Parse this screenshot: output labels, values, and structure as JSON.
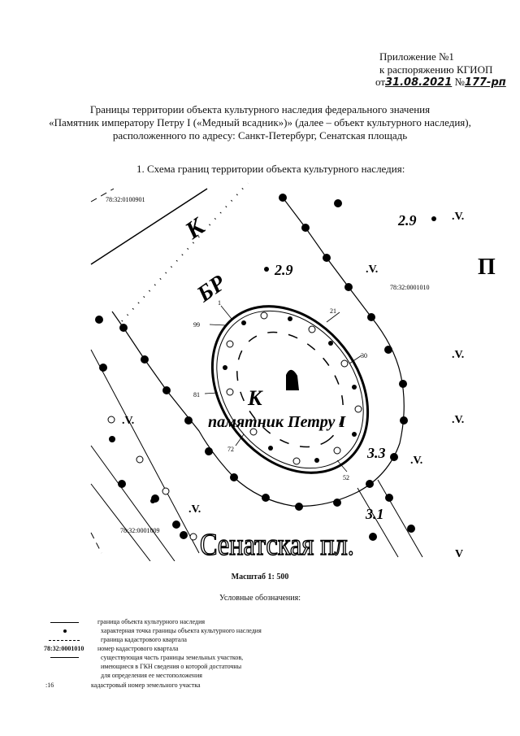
{
  "header": {
    "appendix": "Приложение №1",
    "order": "к распоряжению КГИОП",
    "from_prefix": "от",
    "date": "31.08.2021",
    "number_prefix": "№",
    "number": "177-рп"
  },
  "title_lines": [
    "Границы территории объекта культурного наследия федерального значения",
    "«Памятник императору Петру I («Медный всадник»)» (далее – объект культурного наследия),",
    "расположенного по адресу: Санкт-Петербург, Сенатская площадь"
  ],
  "section_title": "1.   Схема границ территории объекта культурного наследия:",
  "map": {
    "labels": {
      "q1": "78:32:0100901",
      "q2": "78:32:0001010",
      "q3": "78:32:0001009",
      "k1": "К",
      "br": "БР",
      "k2": "К",
      "monument": "памятник Петру I",
      "h1": "2.9",
      "h2": "2.9",
      "h3": "3.3",
      "h4": "3.1",
      "square": "Сенатская пл.",
      "p": "П",
      "pt1": "1",
      "pt99": "99",
      "pt21": "21",
      "pt30": "30",
      "pt81": "81",
      "pt72": "72",
      "pt52": "52"
    }
  },
  "scale": "Масштаб 1: 500",
  "legend_title": "Условные обозначения:",
  "legend": [
    {
      "symbol": "solid-line",
      "text": "граница объекта культурного наследия"
    },
    {
      "symbol": "dot",
      "text": "характерная точка границы объекта культурного наследия"
    },
    {
      "symbol": "dashed-line",
      "text": "граница кадастрового квартала"
    },
    {
      "symbol_text": "78:32:0001010",
      "text": "номер кадастрового квартала"
    },
    {
      "symbol": "solid-line",
      "text": "существующая часть границы земельных участков,",
      "text2": "имеющиеся в ГКН сведения о которой достаточны",
      "text3": "для определения ее местоположения"
    },
    {
      "symbol_text": ":16",
      "text": "кадастровый номер земельного участка"
    }
  ]
}
